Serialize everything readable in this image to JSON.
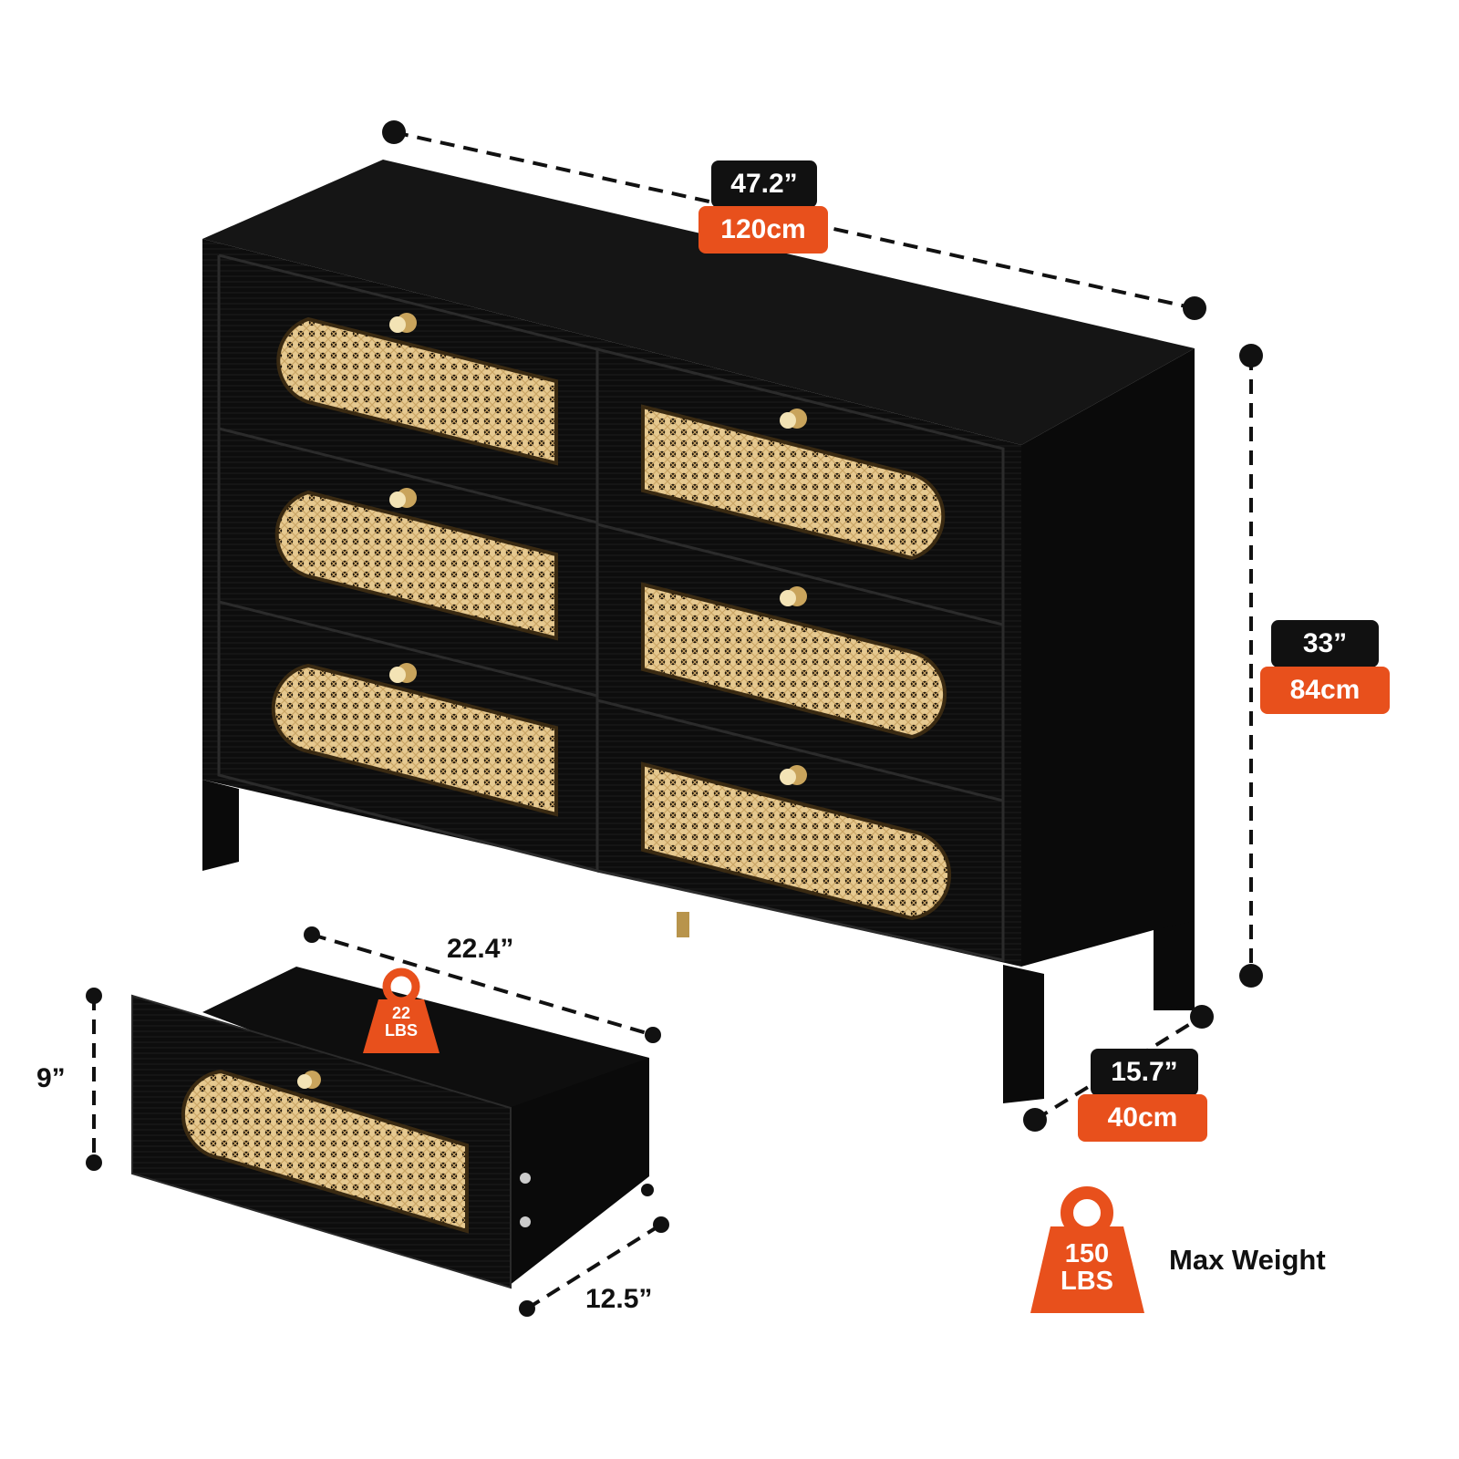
{
  "dresser": {
    "width": {
      "inch": "47.2”",
      "cm": "120cm"
    },
    "height": {
      "inch": "33”",
      "cm": "84cm"
    },
    "depth": {
      "inch": "15.7”",
      "cm": "40cm"
    },
    "drawer_count": 6,
    "max_weight": {
      "value": "150",
      "unit": "LBS",
      "label": "Max Weight"
    }
  },
  "drawer": {
    "width": "22.4”",
    "height": "9”",
    "depth": "12.5”",
    "load": {
      "value": "22",
      "unit": "LBS"
    }
  },
  "colors": {
    "body": "#0c0c0c",
    "rattan": "#e2c48a",
    "accent": "#e8501c",
    "tag_dark": "#111111"
  },
  "icons": [
    "weight-icon",
    "dimension-line"
  ]
}
